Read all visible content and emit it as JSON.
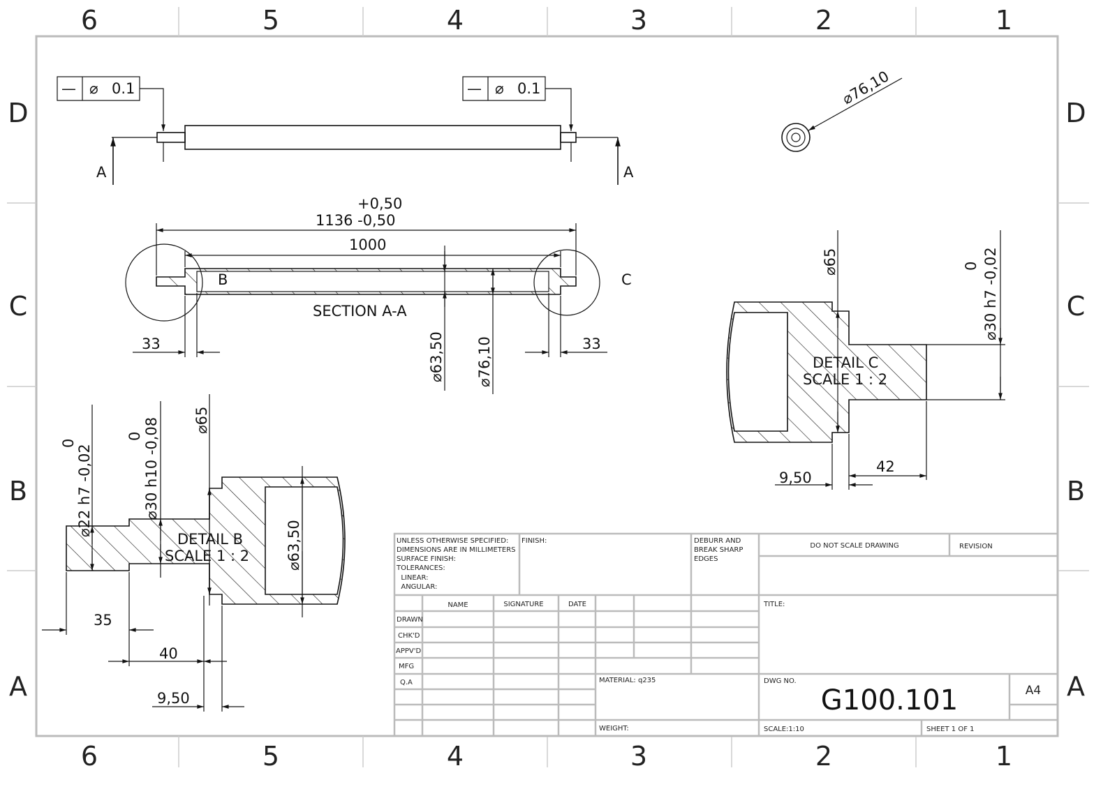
{
  "zones": {
    "columns": [
      "6",
      "5",
      "4",
      "3",
      "2",
      "1"
    ],
    "rows": [
      "D",
      "C",
      "B",
      "A"
    ]
  },
  "top_view": {
    "fcf_left": {
      "symbol": "—",
      "dia": "⌀",
      "value": "0.1"
    },
    "fcf_right": {
      "symbol": "—",
      "dia": "⌀",
      "value": "0.1"
    },
    "section_mark": "A"
  },
  "end_view": {
    "dim": "⌀76,10"
  },
  "section": {
    "title": "SECTION A-A",
    "overall_tol_upper": "+0,50",
    "overall": "1136  -0,50",
    "inner": "1000",
    "left_len": "33",
    "right_len": "33",
    "dia_inner": "⌀63,50",
    "dia_outer": "⌀76,10",
    "detail_b_label": "B",
    "detail_c_label": "C"
  },
  "detail_b": {
    "title": "DETAIL B",
    "scale": "SCALE 1 : 2",
    "d1_tol": "0",
    "d1": "⌀22 h7 -0,02",
    "d2_tol": "0",
    "d2": "⌀30 h10 -0,08",
    "d3": "⌀65",
    "d4": "⌀63,50",
    "l1": "35",
    "l2": "40",
    "l3": "9,50"
  },
  "detail_c": {
    "title": "DETAIL C",
    "scale": "SCALE 1 : 2",
    "d1": "⌀65",
    "d2_tol": "0",
    "d2": "⌀30 h7 -0,02",
    "l1": "9,50",
    "l2": "42"
  },
  "title_block": {
    "notes": [
      "UNLESS OTHERWISE SPECIFIED:",
      "DIMENSIONS ARE IN MILLIMETERS",
      "SURFACE FINISH:",
      "TOLERANCES:",
      "  LINEAR:",
      "  ANGULAR:"
    ],
    "finish": "FINISH:",
    "deburr": [
      "DEBURR AND",
      "BREAK SHARP",
      "EDGES"
    ],
    "do_not_scale": "DO NOT SCALE DRAWING",
    "revision": "REVISION",
    "headers": [
      "NAME",
      "SIGNATURE",
      "DATE"
    ],
    "roles": [
      "DRAWN",
      "CHK'D",
      "APPV'D",
      "MFG",
      "Q.A"
    ],
    "title": "TITLE:",
    "material": "MATERIAL: q235",
    "weight": "WEIGHT:",
    "dwg_no_label": "DWG NO.",
    "dwg_no": "G100.101",
    "size": "A4",
    "scale": "SCALE:1:10",
    "sheet": "SHEET 1 OF 1"
  }
}
